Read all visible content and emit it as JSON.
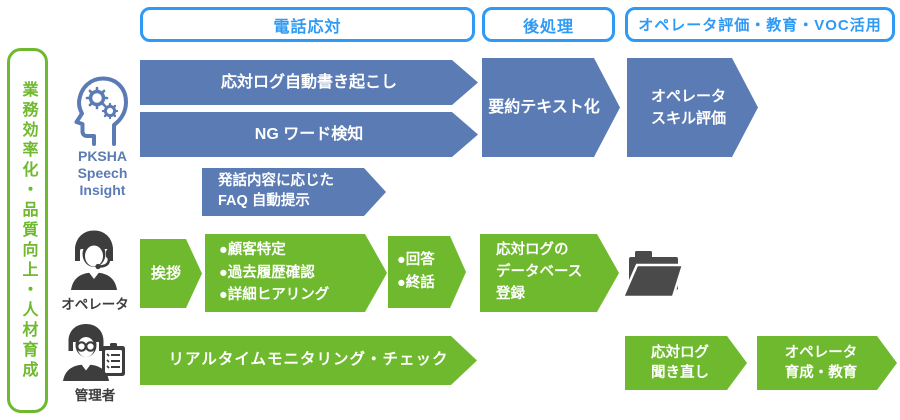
{
  "colors": {
    "arrow_blue": "#5b7bb5",
    "phase_blue": "#2f9af5",
    "arrow_green": "#6eb92d",
    "icon_dark": "#3d3d3d"
  },
  "goal_bar": {
    "label": "業務効率化・品質向上・人材育成"
  },
  "phases": [
    {
      "label": "電話応対"
    },
    {
      "label": "後処理"
    },
    {
      "label": "オペレータ評価・教育・VOC活用"
    }
  ],
  "lanes": {
    "ai": {
      "actor_label": "PKSHA\nSpeech\nInsight",
      "steps": {
        "transcribe": "応対ログ自動書き起こし",
        "ng_word": "NG ワード検知",
        "faq": "発話内容に応じた\nFAQ 自動提示",
        "summary": "要約テキスト化",
        "skill_eval": "オペレータ\nスキル評価"
      }
    },
    "operator": {
      "actor_label": "オペレータ",
      "steps": {
        "greeting": "挨拶",
        "identify": "●顧客特定\n●過去履歴確認\n●詳細ヒアリング",
        "answer": "●回答\n●終話",
        "db_register": "応対ログの\nデータベース\n登録"
      }
    },
    "manager": {
      "actor_label": "管理者",
      "steps": {
        "monitoring": "リアルタイムモニタリング・チェック",
        "replay": "応対ログ\n聞き直し",
        "training": "オペレータ\n育成・教育"
      }
    }
  }
}
